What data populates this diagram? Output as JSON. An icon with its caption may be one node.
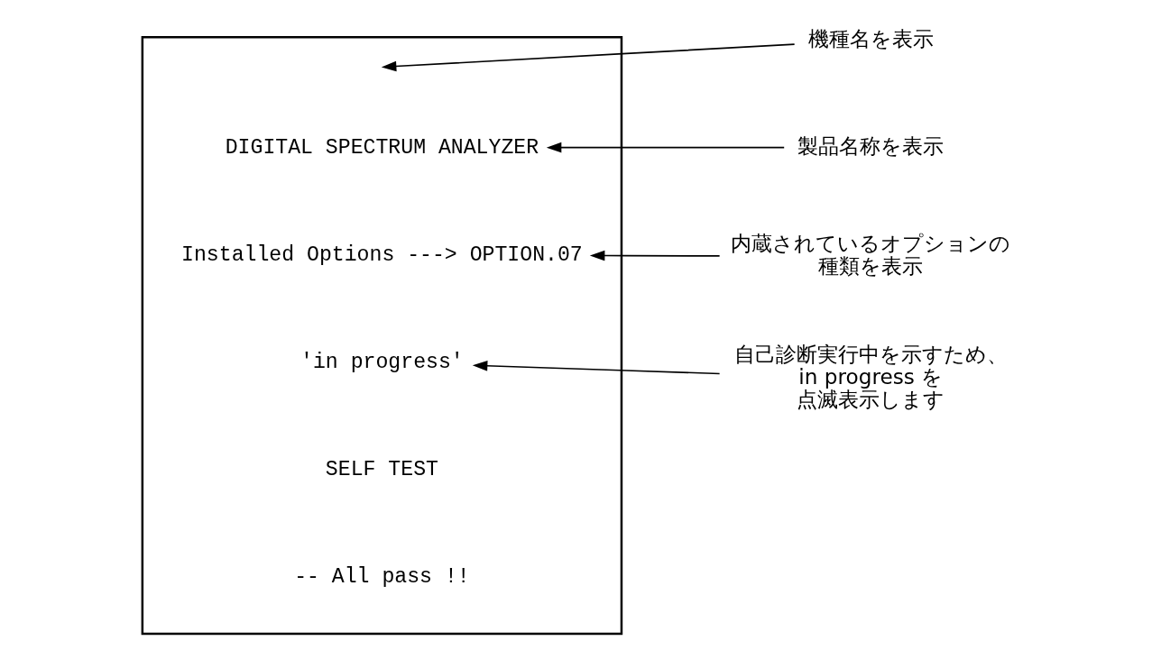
{
  "diagram": {
    "nodes": [
      {
        "text": [],
        "shape": "box"
      },
      {
        "text": [
          "DIGITAL SPECTRUM ANALYZER"
        ],
        "in": 0
      },
      {
        "text": [
          "Installed Options ---> OPTION.07"
        ],
        "in": 0
      },
      {
        "text": [
          "'in progress'"
        ],
        "in": 0
      },
      {
        "text": [
          "機種名を表示"
        ]
      },
      {
        "text": [
          "製品名称を表示"
        ]
      },
      {
        "text": [
          "内蔵されているオプションの種類を表示"
        ]
      },
      {
        "text": [
          "自己診断実行中を示すため、in progress を点滅表示します"
        ]
      }
    ],
    "edges": [
      {
        "from": 4,
        "to": null,
        "arrow": "to"
      },
      {
        "from": 5,
        "to": 1,
        "arrow": "to"
      },
      {
        "from": 6,
        "to": 2,
        "arrow": "to"
      },
      {
        "from": 7,
        "to": 3,
        "arrow": "to"
      }
    ],
    "labels": [
      "SELF TEST",
      "-- All pass !!"
    ]
  }
}
